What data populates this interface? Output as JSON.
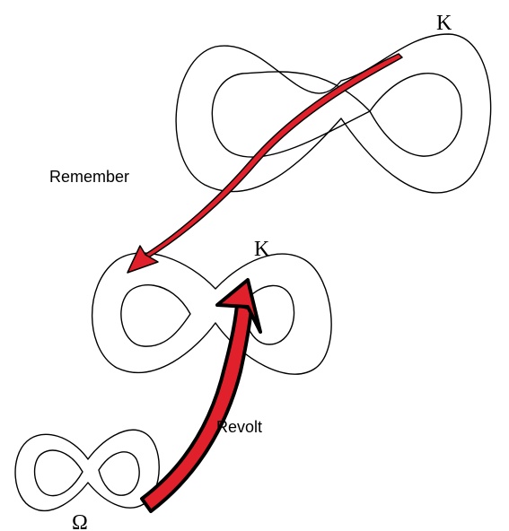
{
  "labels": {
    "knot_top": "K",
    "knot_middle": "K",
    "knot_bottom": "Ω",
    "arrow_top": "Remember",
    "arrow_bottom": "Revolt"
  },
  "colors": {
    "arrow_fill": "#e0202a",
    "arrow_stroke": "#000000",
    "line": "#000000",
    "background": "#ffffff"
  }
}
